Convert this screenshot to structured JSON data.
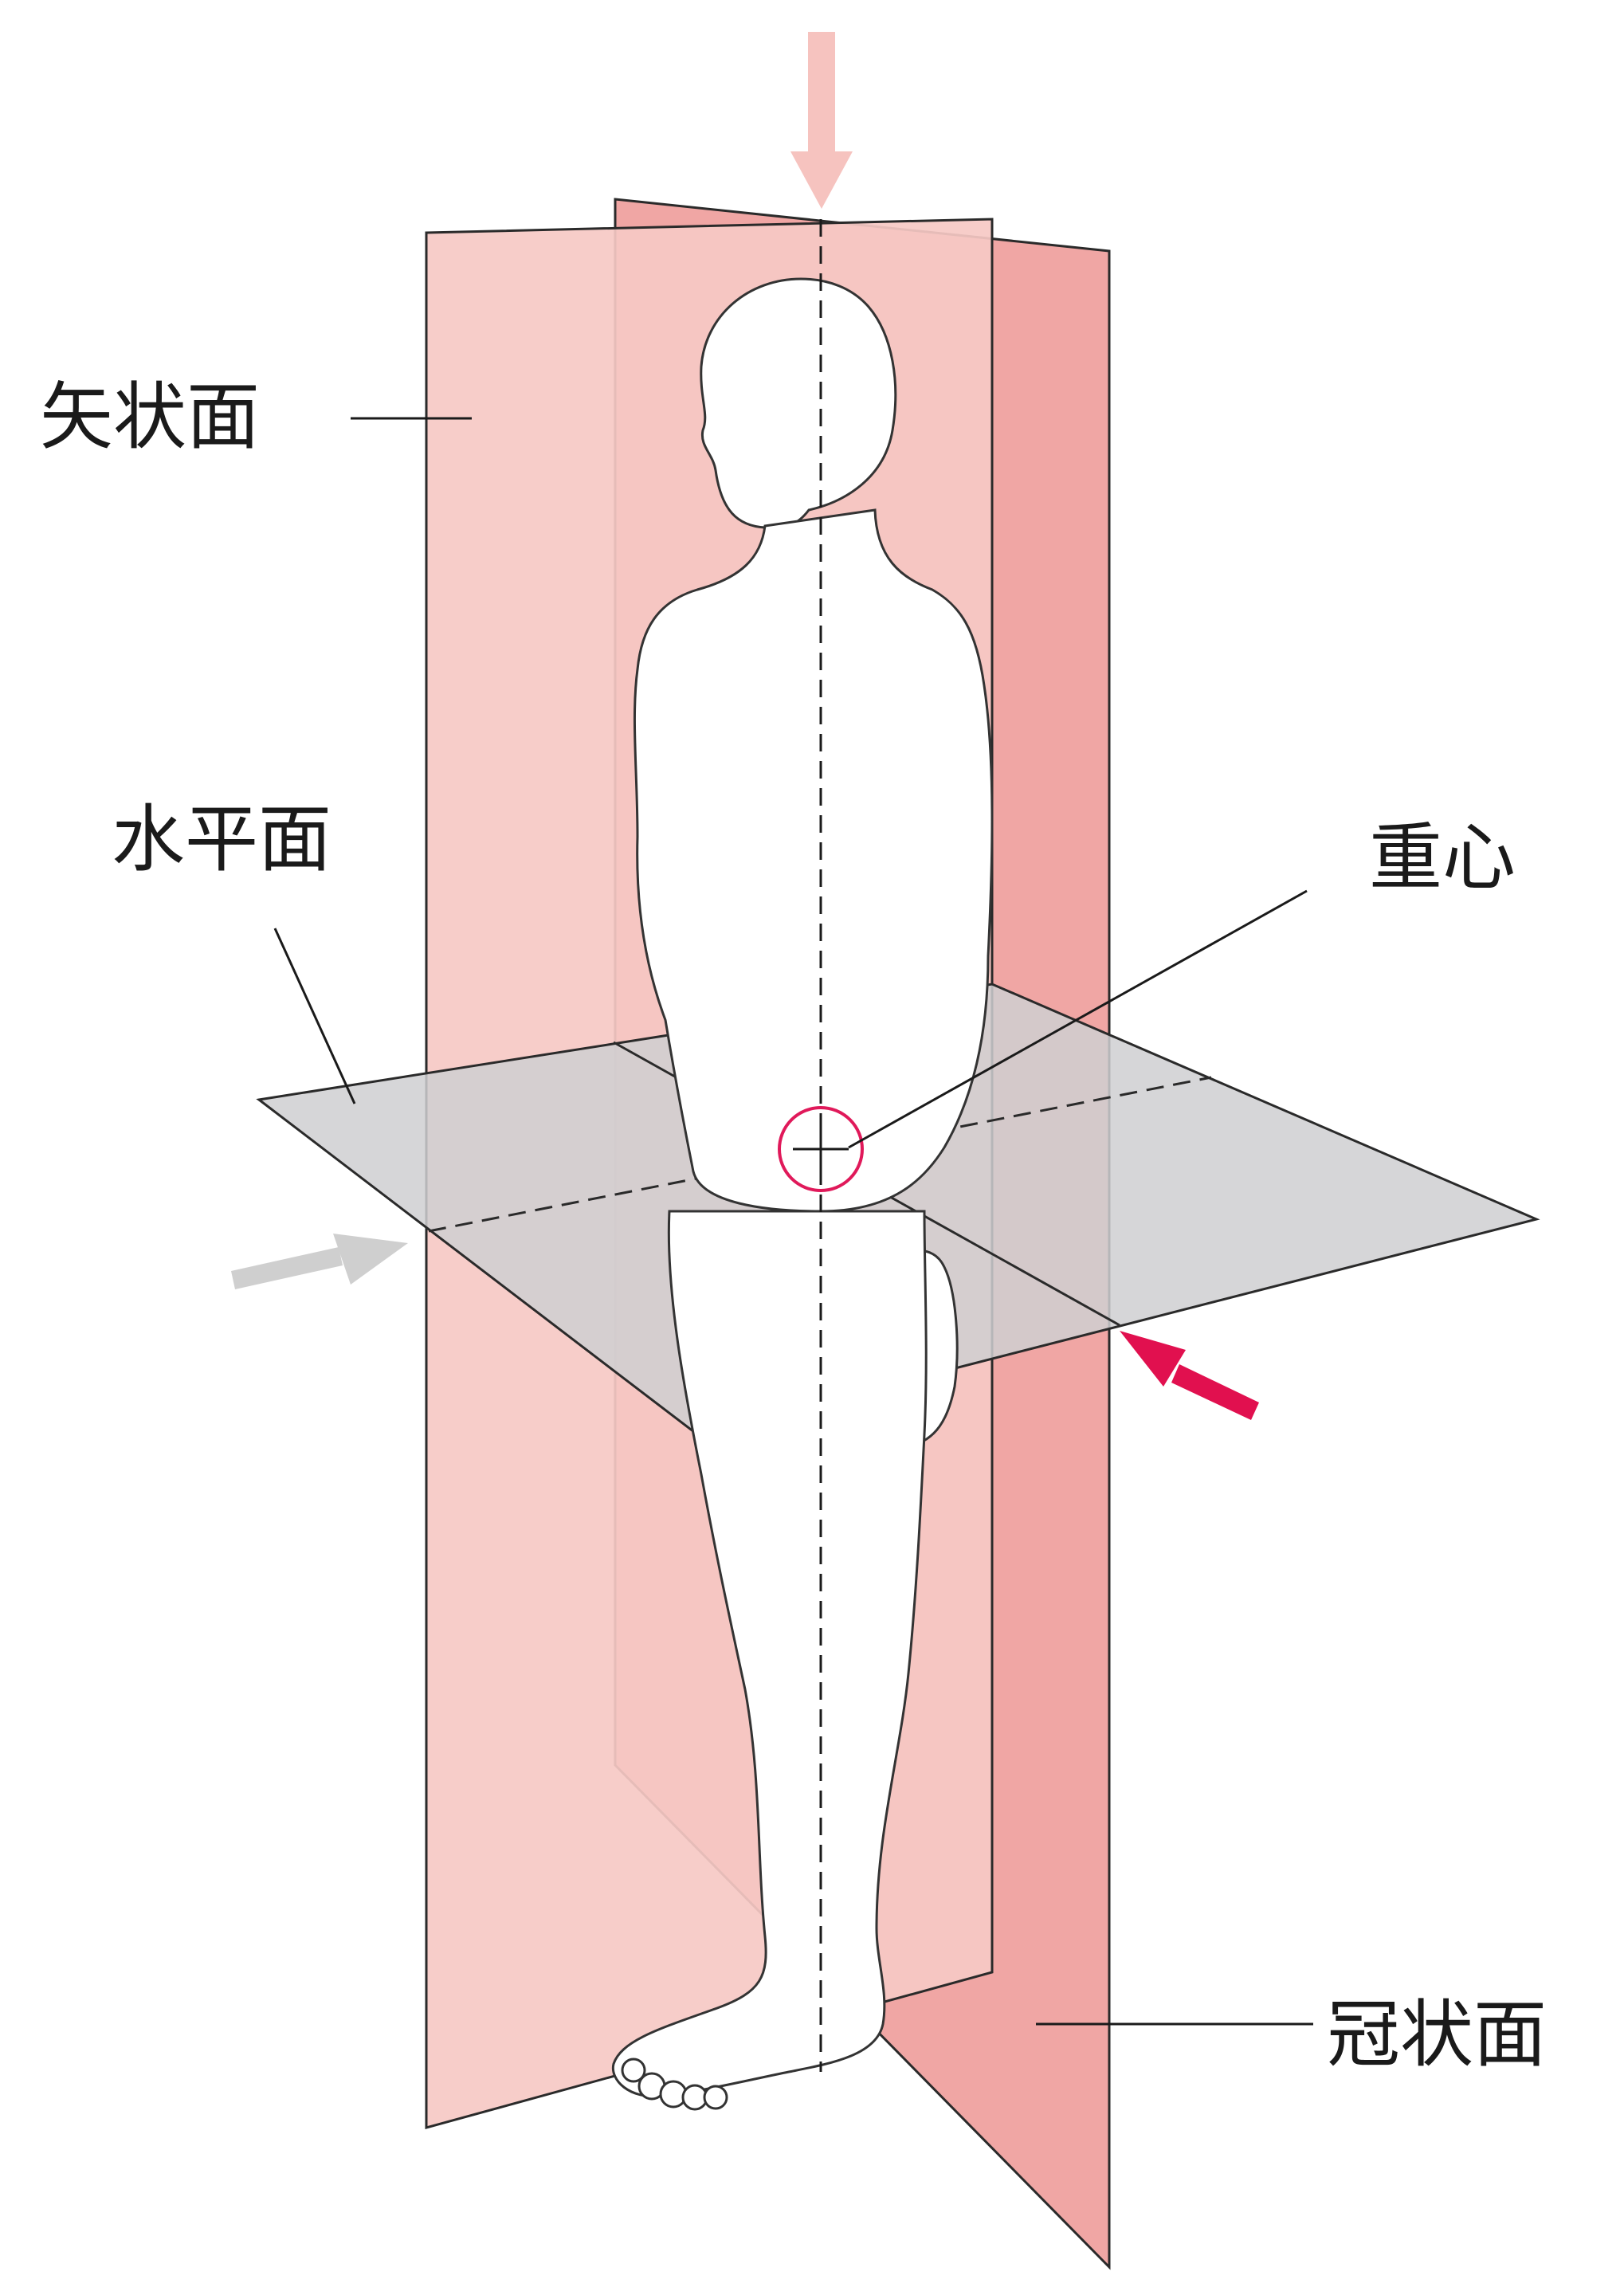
{
  "labels": {
    "sagittal": "矢状面",
    "horizontal": "水平面",
    "center_of_gravity": "重心",
    "coronal": "冠状面"
  },
  "colors": {
    "sagittal_plane": "#f6c9c4",
    "coronal_plane": "#f0a6a4",
    "horizontal_plane": "#cfcfd1",
    "arrow_top": "#f6c3bf",
    "arrow_left": "#cfcfcf",
    "arrow_right": "#e1104f",
    "cog_circle": "#e0195a",
    "line": "#1a1a1a"
  }
}
